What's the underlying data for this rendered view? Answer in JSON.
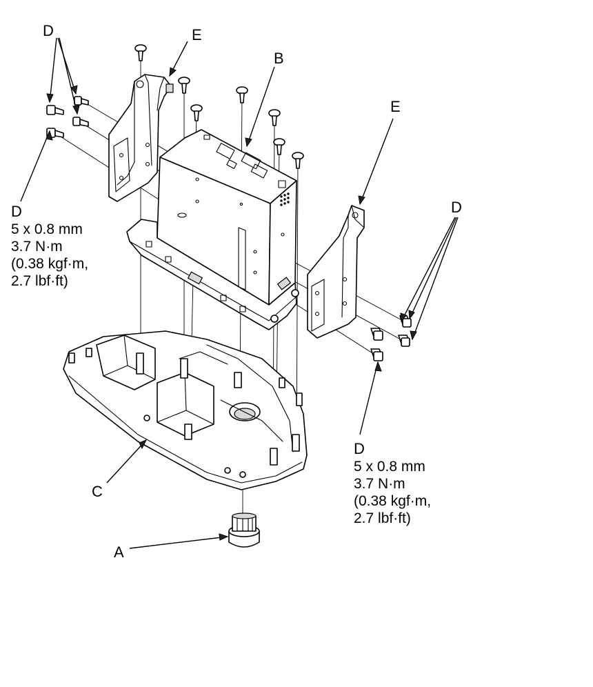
{
  "labels": {
    "a": "A",
    "b": "B",
    "c": "C",
    "d_top_left": "D",
    "d_left_spec": "D",
    "e_left": "E",
    "e_right": "E",
    "d_top_right": "D",
    "d_right_spec": "D"
  },
  "spec_left": {
    "size": "5 x 0.8 mm",
    "torque_nm": "3.7 N·m",
    "torque_kgf": "(0.38 kgf·m,",
    "torque_lbf": "2.7 lbf·ft)"
  },
  "spec_right": {
    "size": "5 x 0.8 mm",
    "torque_nm": "3.7 N·m",
    "torque_kgf": "(0.38 kgf·m,",
    "torque_lbf": "2.7 lbf·ft)"
  }
}
